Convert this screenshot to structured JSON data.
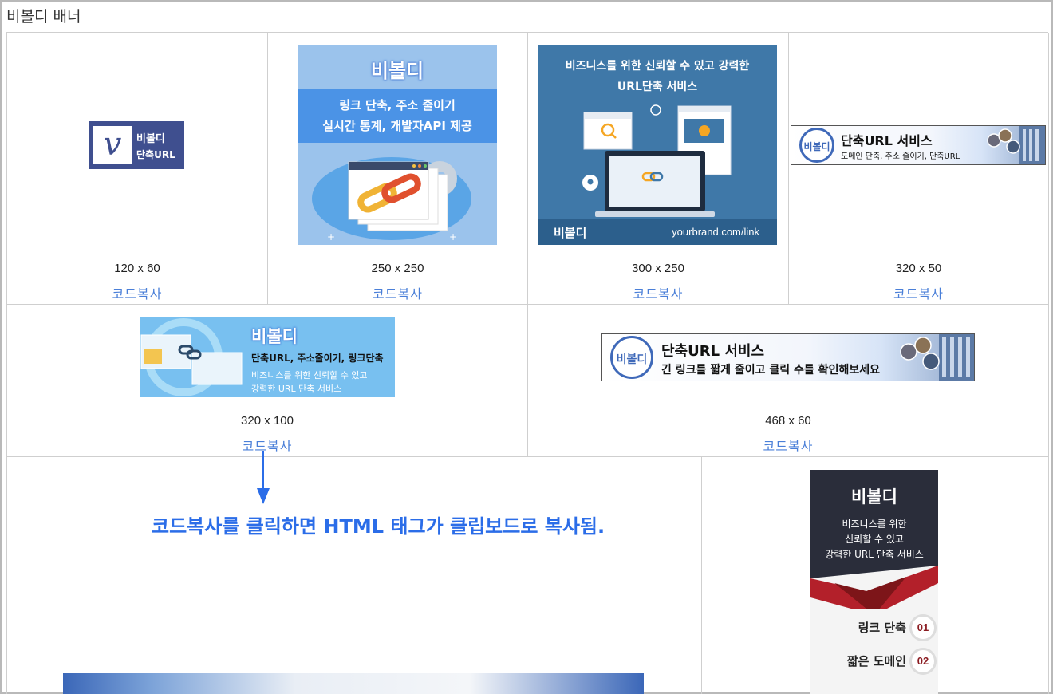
{
  "page": {
    "title": "비볼디 배너"
  },
  "copy_label": "코드복사",
  "banners": [
    {
      "size": "120 x 60",
      "brand": "비볼디",
      "subtitle": "단축URL",
      "logo_letter": "v"
    },
    {
      "size": "250 x 250",
      "brand": "비볼디",
      "line1": "링크 단축, 주소 줄이기",
      "line2": "실시간 통계, 개발자API 제공"
    },
    {
      "size": "300 x 250",
      "line1": "비즈니스를 위한 신뢰할 수 있고 강력한",
      "line2": "URL단축 서비스",
      "brand": "비볼디",
      "url": "yourbrand.com/link"
    },
    {
      "size": "320 x 50",
      "badge": "비볼디",
      "title": "단축URL 서비스",
      "subtitle": "도메인 단축, 주소 줄이기, 단축URL"
    },
    {
      "size": "320 x 100",
      "brand": "비볼디",
      "tagline": "단축URL, 주소줄이기, 링크단축",
      "desc1": "비즈니스를 위한 신뢰할 수 있고",
      "desc2": "강력한 URL 단축 서비스"
    },
    {
      "size": "468 x 60",
      "badge": "비볼디",
      "title": "단축URL 서비스",
      "subtitle": "긴 링크를 짧게 줄이고 클릭 수를 확인해보세요"
    }
  ],
  "skyscraper": {
    "brand": "비볼디",
    "desc1": "비즈니스를 위한",
    "desc2": "신뢰할 수 있고",
    "desc3": "강력한 URL 단축 서비스",
    "features": [
      {
        "label": "링크 단축",
        "num": "01"
      },
      {
        "label": "짧은 도메인",
        "num": "02"
      }
    ]
  },
  "annotation": "코드복사를 클릭하면 HTML 태그가 클립보드로 복사됨.",
  "colors": {
    "link": "#4a7fd8",
    "annotation": "#2b6de8",
    "banner_navy": "#3f4f8f",
    "banner_sky": "#9bc3ec",
    "banner_steel": "#3f78a8",
    "skyscraper_dark": "#2a2d3a",
    "skyscraper_red": "#b3202a"
  }
}
